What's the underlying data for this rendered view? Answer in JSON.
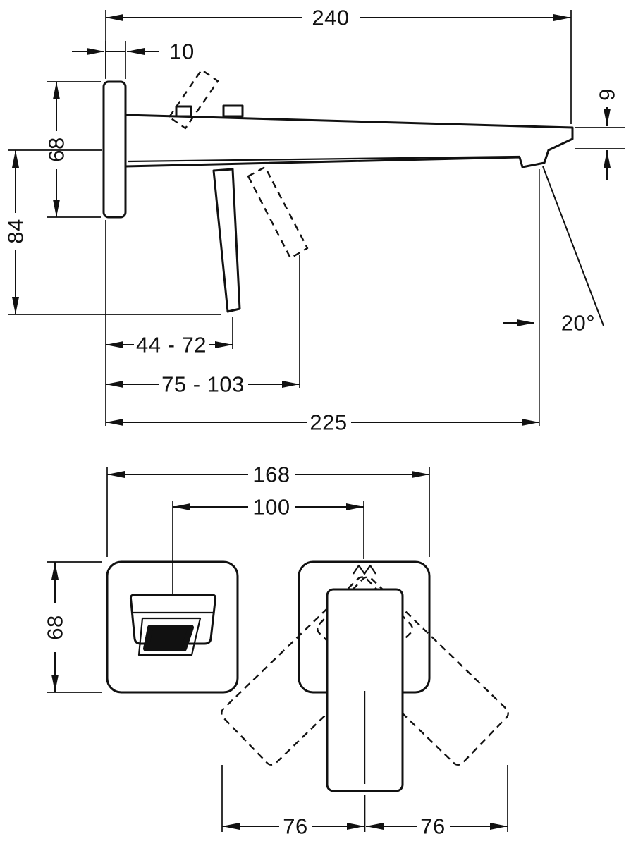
{
  "side_view": {
    "d240": "240",
    "d10": "10",
    "d68": "68",
    "d84": "84",
    "d9": "9",
    "angle": "20°",
    "d44_72": "44 - 72",
    "d75_103": "75 - 103",
    "d225": "225"
  },
  "front_view": {
    "d168": "168",
    "d100": "100",
    "d68": "68",
    "d76_left": "76",
    "d76_right": "76"
  },
  "colors": {
    "line": "#111111",
    "background": "#ffffff"
  }
}
